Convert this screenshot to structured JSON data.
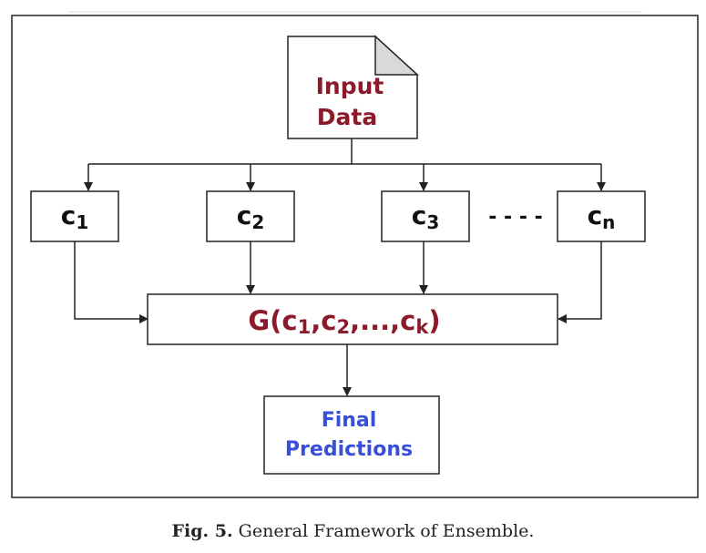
{
  "diagram": {
    "input": {
      "line1": "Input",
      "line2": "Data"
    },
    "classifiers": [
      {
        "base": "c",
        "sub": "1"
      },
      {
        "base": "c",
        "sub": "2"
      },
      {
        "base": "c",
        "sub": "3"
      },
      {
        "base": "c",
        "sub": "n"
      }
    ],
    "ellipsis": "- - - -",
    "combiner": {
      "prefix": "G(c",
      "sub1": "1",
      "mid1": ",c",
      "sub2": "2",
      "mid2": ",...,c",
      "sub3": "k",
      "suffix": ")"
    },
    "output": {
      "line1": "Final",
      "line2": "Predictions"
    }
  },
  "caption": {
    "label": "Fig. 5.",
    "text": "General Framework of Ensemble."
  },
  "colors": {
    "input_text": "#8b1a2b",
    "combiner_text": "#8b1a2b",
    "output_text": "#3a4fd8",
    "classifier_text": "#111111",
    "stroke": "#222222",
    "page_corner": "#d9d9d9"
  }
}
